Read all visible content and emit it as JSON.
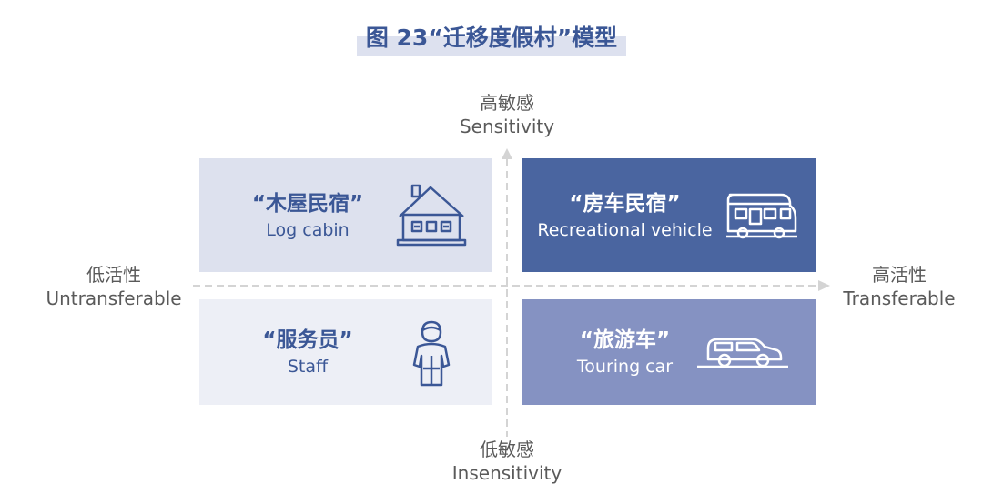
{
  "title": "图 23“迁移度假村”模型",
  "axes": {
    "top": {
      "cn": "高敏感",
      "en": "Sensitivity"
    },
    "bottom": {
      "cn": "低敏感",
      "en": "Insensitivity"
    },
    "left": {
      "cn": "低活性",
      "en": "Untransferable"
    },
    "right": {
      "cn": "高活性",
      "en": "Transferable"
    }
  },
  "quadrants": {
    "top_left": {
      "cn": "“木屋民宿”",
      "en": "Log cabin",
      "icon": "house-icon",
      "color": "#dde1ee"
    },
    "top_right": {
      "cn": "“房车民宿”",
      "en": "Recreational vehicle",
      "icon": "rv-icon",
      "color": "#4a65a0"
    },
    "bottom_left": {
      "cn": "“服务员”",
      "en": "Staff",
      "icon": "staff-icon",
      "color": "#edeff6"
    },
    "bottom_right": {
      "cn": "“旅游车”",
      "en": "Touring car",
      "icon": "car-icon",
      "color": "#8592c2"
    }
  },
  "colors": {
    "accent": "#3b5796",
    "axis": "#d4d4d4"
  }
}
